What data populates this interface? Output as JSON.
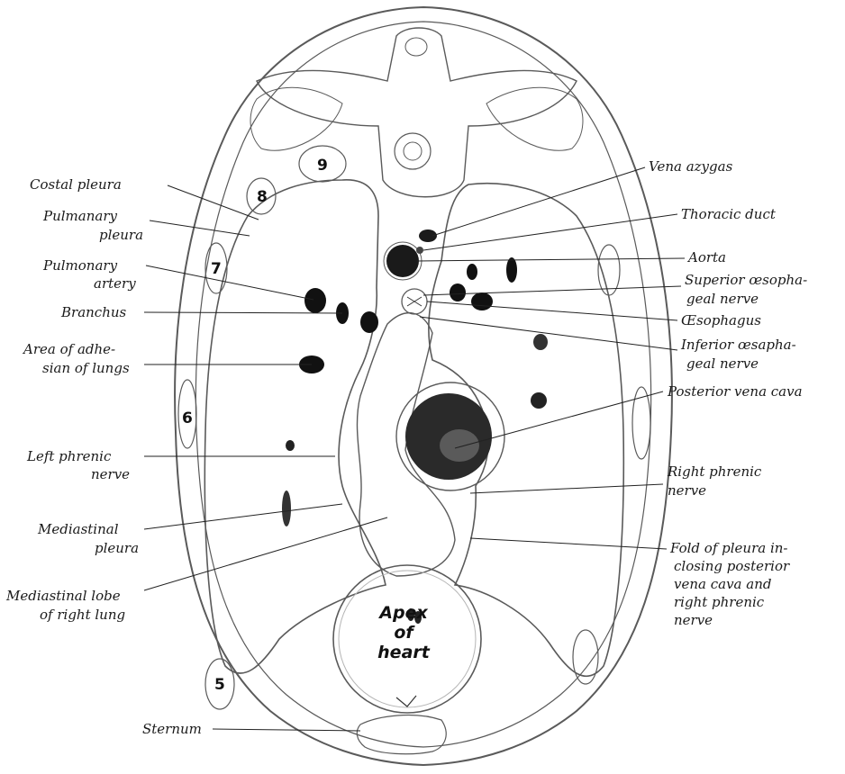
{
  "labels_left": {
    "costal_pleura": "Costal pleura",
    "pulmonary_pleura_1": "Pulmanary",
    "pulmonary_pleura_2": "pleura",
    "pulmonary_artery_1": "Pulmonary",
    "pulmonary_artery_2": "artery",
    "bronchus": "Branchus",
    "adhesion_1": "Area of adhe-",
    "adhesion_2": "sian of lungs",
    "left_phrenic_1": "Left phrenic",
    "left_phrenic_2": "nerve",
    "mediastinal_pleura_1": "Mediastinal",
    "mediastinal_pleura_2": "pleura",
    "mediastinal_lobe_1": "Mediastinal lobe",
    "mediastinal_lobe_2": "of right lung",
    "sternum": "Sternum"
  },
  "labels_right": {
    "vena_azygas": "Vena azygas",
    "thoracic_duct": "Thoracic duct",
    "aorta": "Aorta",
    "sup_oesoph_1": "Superior œsopha-",
    "sup_oesoph_2": "geal nerve",
    "oesophagus": "Œsophagus",
    "inf_oesoph_1": "Inferior œsapha-",
    "inf_oesoph_2": "geal nerve",
    "posterior_vena_cava": "Posterior vena cava",
    "right_phrenic_1": "Right phrenic",
    "right_phrenic_2": "nerve",
    "fold_1": "Fold of pleura in-",
    "fold_2": "closing posterior",
    "fold_3": "vena cava and",
    "fold_4": "right phrenic",
    "fold_5": "nerve"
  },
  "rib_numbers": {
    "r9": "9",
    "r8": "8",
    "r7": "7",
    "r6": "6",
    "r5": "5"
  },
  "heart": {
    "line1": "Apex",
    "line2": "of",
    "line3": "heart"
  }
}
